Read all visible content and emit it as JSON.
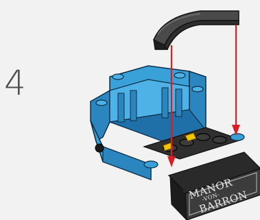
{
  "step": {
    "number": "4"
  },
  "nameplate": {
    "line1": "MANOR",
    "line2": "-VON-",
    "line3": "BARRON"
  },
  "colors": {
    "background": "#f2f2f2",
    "brick_blue": "#3aa0d8",
    "brick_blue_dark": "#1f6fa8",
    "tile_dark": "#3c3c3c",
    "arrow_red": "#d81f26",
    "accent_yellow": "#f5c400"
  }
}
